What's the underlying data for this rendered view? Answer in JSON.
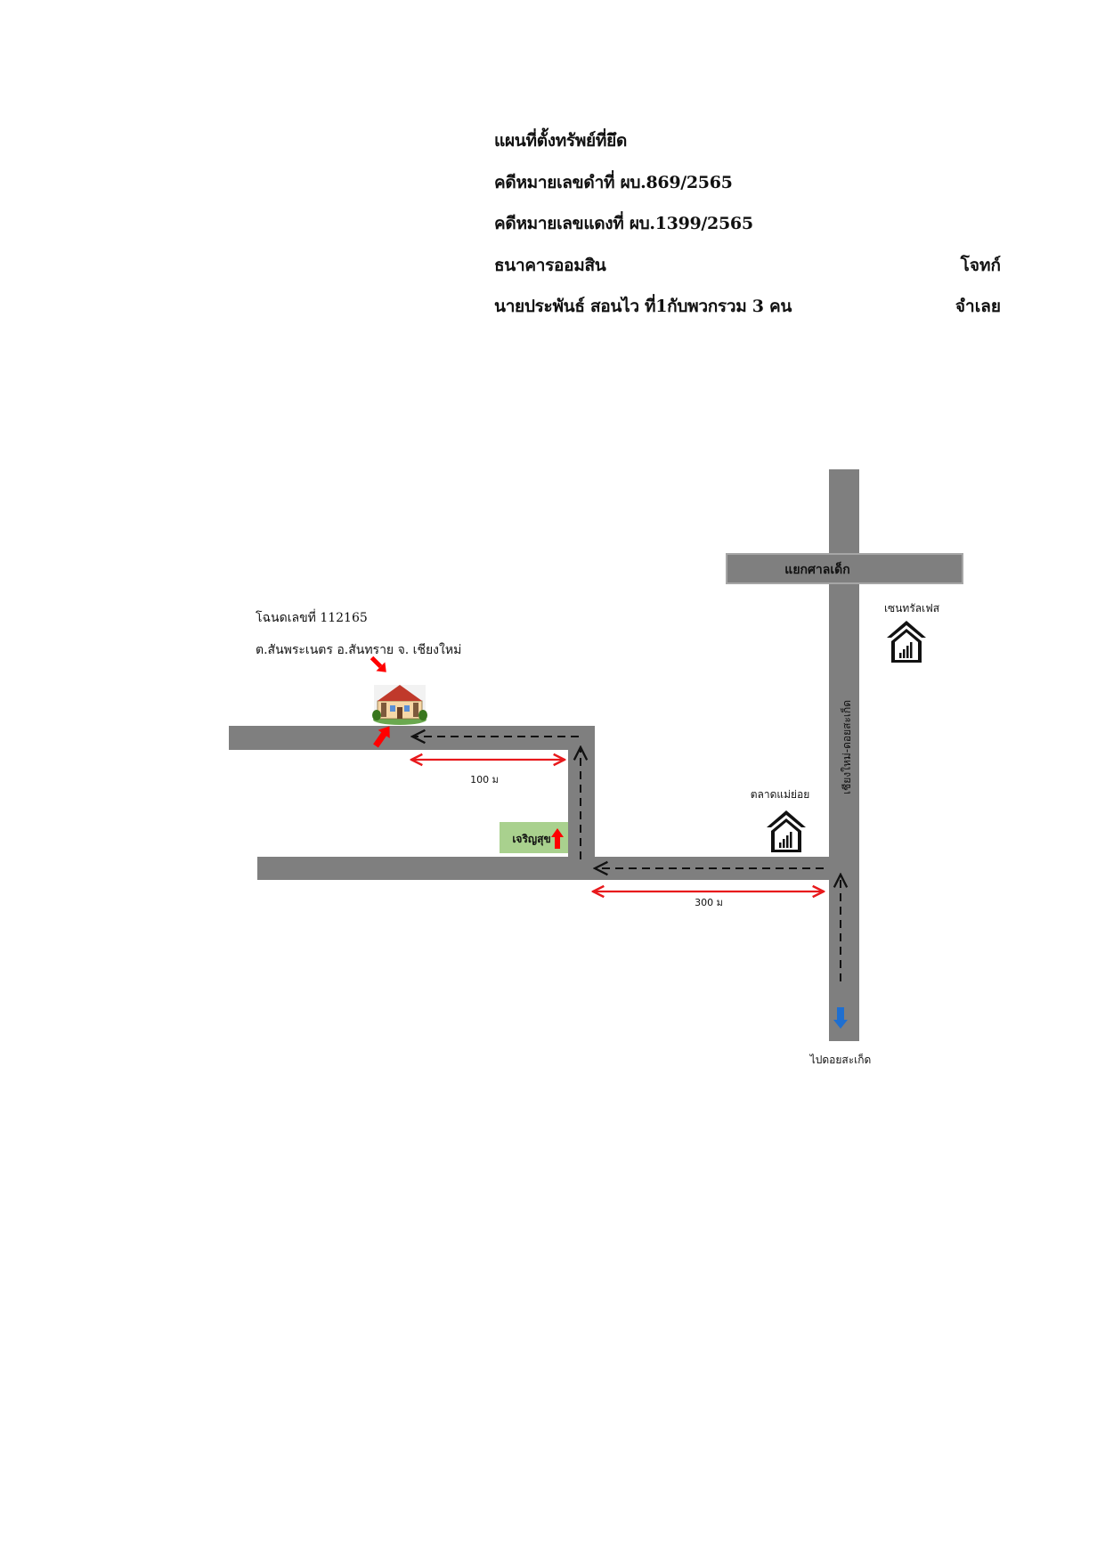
{
  "header": {
    "title": "แผนที่ตั้งทรัพย์ที่ยึด",
    "black_case": "คดีหมายเลขดำที่   ผบ.869/2565",
    "red_case": "คดีหมายเลขแดงที่ ผบ.1399/2565",
    "plaintiff_name": "ธนาคารออมสิน",
    "plaintiff_role": "โจทก์",
    "defendant_name": "นายประพันธ์  สอนไว ที่1กับพวกรวม 3 คน",
    "defendant_role": "จำเลย"
  },
  "map": {
    "deed_number": "โฉนดเลขที่ 112165",
    "deed_location": "ต.สันพระเนตร อ.สันทราย จ. เชียงใหม่",
    "intersection": "แยกศาลเด็ก",
    "main_road": "เชียงใหม่-ดอยสะเก็ด",
    "landmark_central": "เซนทรัลเฟส",
    "landmark_market": "ตลาดแม่ย่อย",
    "soi_sign": "เจริญสุข",
    "distance_short": "100 ม",
    "distance_long": "300 ม",
    "direction_south": "ไปดอยสะเก็ด"
  },
  "colors": {
    "road": "#7f7f7f",
    "road_edge": "#a6a6a6",
    "distance_arrow": "#e8191c",
    "property_marker": "#ff0000",
    "soi_sign_bg": "#a9d18e",
    "south_arrow": "#1f6fd0"
  },
  "icons": {
    "property": "house-icon",
    "landmarks": "building-icon"
  }
}
